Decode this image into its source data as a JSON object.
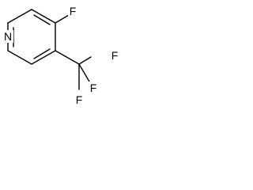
{
  "molecule": {
    "atoms": {
      "nitrogen": "N",
      "fluorine_ring": "F",
      "fluorine_cf3_top": "F",
      "fluorine_cf3_right": "F",
      "fluorine_cf3_bottom": "F"
    }
  }
}
